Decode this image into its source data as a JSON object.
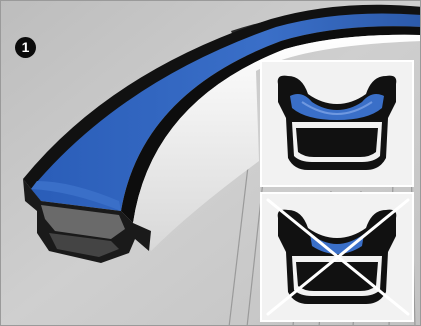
{
  "step": {
    "number": "1"
  },
  "palette": {
    "rimTape": "#2f5fb8",
    "rimMetal": "#1b1b1b",
    "background": "#c9c9c9"
  },
  "illustrations": {
    "main": {
      "subject": "rim-tape-installed-on-rim"
    },
    "correct": {
      "state": "correct"
    },
    "incorrect": {
      "state": "incorrect",
      "mark": "cross"
    }
  }
}
